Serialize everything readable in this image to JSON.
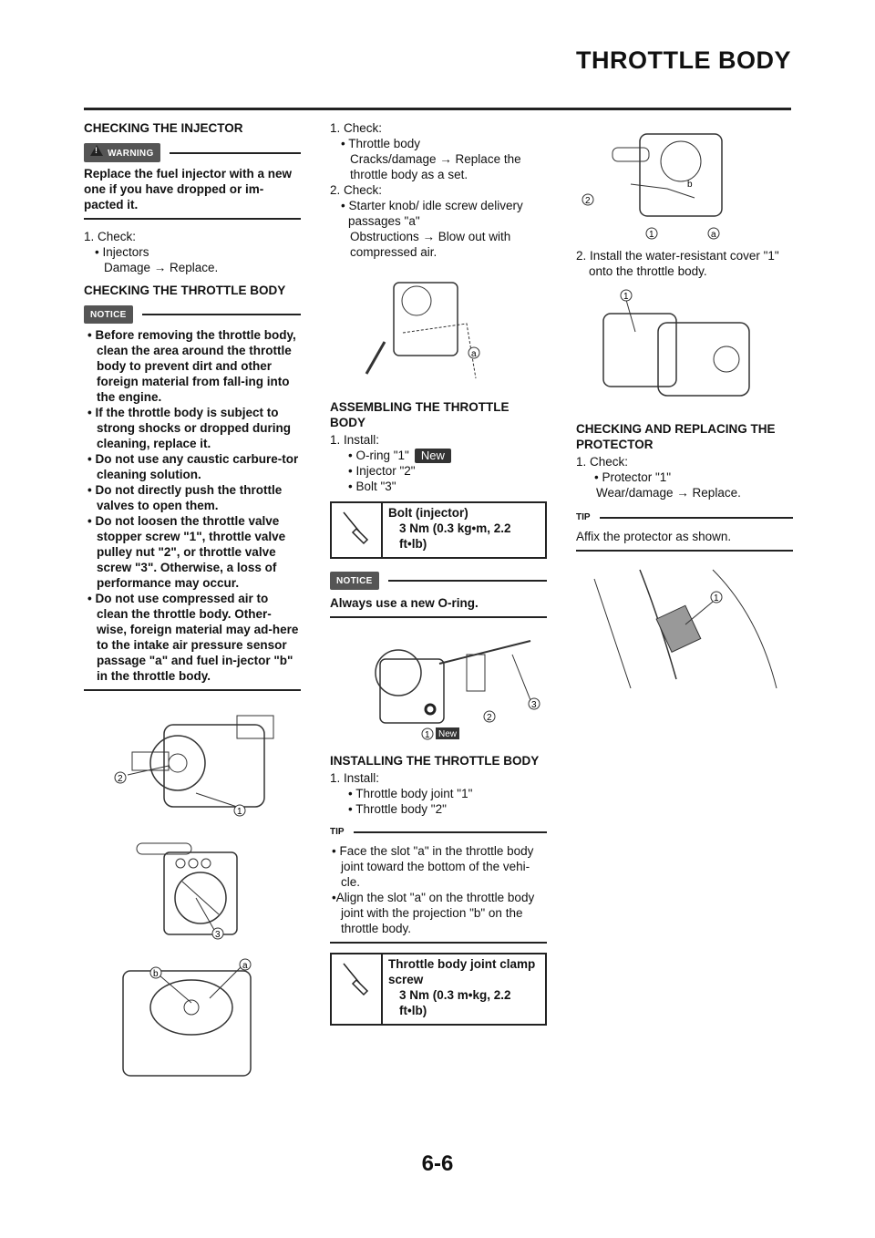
{
  "header": {
    "title": "THROTTLE BODY"
  },
  "page_number": "6-6",
  "col1": {
    "injector_heading": "CHECKING THE INJECTOR",
    "warning_label": "WARNING",
    "warning_text": "Replace the fuel injector with a new one if you have dropped or im-pacted it.",
    "step1": "1. Check:",
    "step1_item": "• Injectors",
    "step1_detail": "Damage → Replace.",
    "throttle_heading": "CHECKING THE THROTTLE BODY",
    "notice_label": "NOTICE",
    "notice_items": [
      "• Before removing the throttle body, clean the area around the throttle body to prevent dirt and other foreign material from fall-ing into the engine.",
      "• If the throttle body is subject to strong shocks or dropped during cleaning, replace it.",
      "• Do not use any caustic carbure-tor cleaning solution.",
      "• Do not directly push the throttle valves to open them.",
      "• Do not loosen the throttle valve stopper screw \"1\", throttle valve pulley nut \"2\", or throttle valve screw \"3\". Otherwise, a loss of performance may occur.",
      "• Do not use compressed air to clean the throttle body. Other-wise, foreign material may ad-here to the intake air pressure sensor passage \"a\" and fuel in-jector \"b\" in the throttle body."
    ],
    "fig_labels": {
      "one": "1",
      "two": "2",
      "three": "3",
      "a": "a",
      "b": "b"
    }
  },
  "col2": {
    "step1": "1. Check:",
    "step1_item": "• Throttle body",
    "step1_detail": "Cracks/damage → Replace the throttle body as a set.",
    "step2": "2. Check:",
    "step2_item": "• Starter knob/ idle screw delivery passages \"a\"",
    "step2_detail": "Obstructions → Blow out with compressed air.",
    "fig_a": "a",
    "assemble_heading": "ASSEMBLING THE THROTTLE BODY",
    "install": "1. Install:",
    "install_items": [
      "• O-ring \"1\"",
      "• Injector \"2\"",
      "• Bolt \"3\""
    ],
    "new_label": "New",
    "spec1_title": "Bolt (injector)",
    "spec1_value": "3 Nm (0.3 kg•m, 2.2 ft•lb)",
    "notice_label": "NOTICE",
    "notice_text": "Always use a new O-ring.",
    "fig2_labels": {
      "one": "1",
      "two": "2",
      "three": "3",
      "new": "New"
    },
    "installing_heading": "INSTALLING THE THROTTLE BODY",
    "install2": "1. Install:",
    "install2_items": [
      "• Throttle body joint \"1\"",
      "• Throttle body \"2\""
    ],
    "tip_label": "TIP",
    "tip_items": [
      "• Face the slot \"a\" in the throttle body joint toward the bottom of the vehi-cle.",
      "•Align the slot \"a\" on the throttle body joint with the projection \"b\" on the throttle body."
    ],
    "spec2_title": "Throttle body joint clamp screw",
    "spec2_value": "3 Nm (0.3 m•kg, 2.2 ft•lb)"
  },
  "col3": {
    "fig1_labels": {
      "one": "1",
      "two": "2",
      "a": "a",
      "b": "b"
    },
    "step2": "2. Install the water-resistant cover \"1\" onto the throttle body.",
    "fig2_label": "1",
    "protector_heading": "CHECKING AND REPLACING THE PROTECTOR",
    "step1": "1. Check:",
    "step1_item": "• Protector \"1\"",
    "step1_detail": "Wear/damage → Replace.",
    "tip_label": "TIP",
    "tip_text": "Affix the protector as shown.",
    "fig3_label": "1"
  }
}
